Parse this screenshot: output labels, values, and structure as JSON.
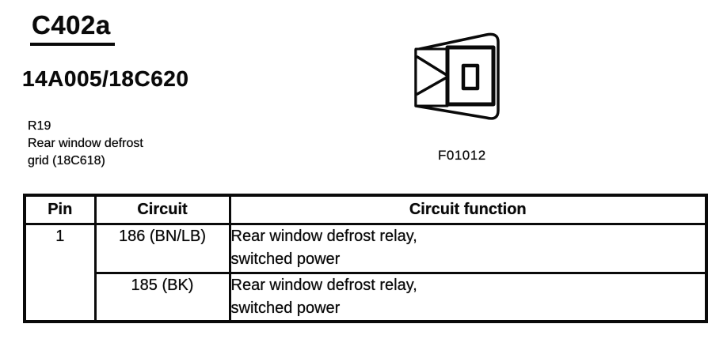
{
  "document": {
    "connector_id": "C402a",
    "part_numbers": "14A005/18C620",
    "component": {
      "lines": [
        "R19",
        "Rear window defrost",
        "grid (18C618)"
      ]
    },
    "figure": {
      "label": "F01012",
      "icon": "connector-front-view"
    }
  },
  "table": {
    "headers": [
      "Pin",
      "Circuit",
      "Circuit function"
    ],
    "rows": [
      {
        "pin": "1",
        "circuit": "186 (BN/LB)",
        "function": [
          "Rear window defrost relay,",
          "switched power"
        ]
      },
      {
        "pin": "",
        "circuit": "185 (BK)",
        "function": [
          "Rear window defrost relay,",
          "switched power"
        ]
      }
    ]
  },
  "colors": {
    "ink": "#0a0a0a",
    "paper": "#ffffff"
  }
}
